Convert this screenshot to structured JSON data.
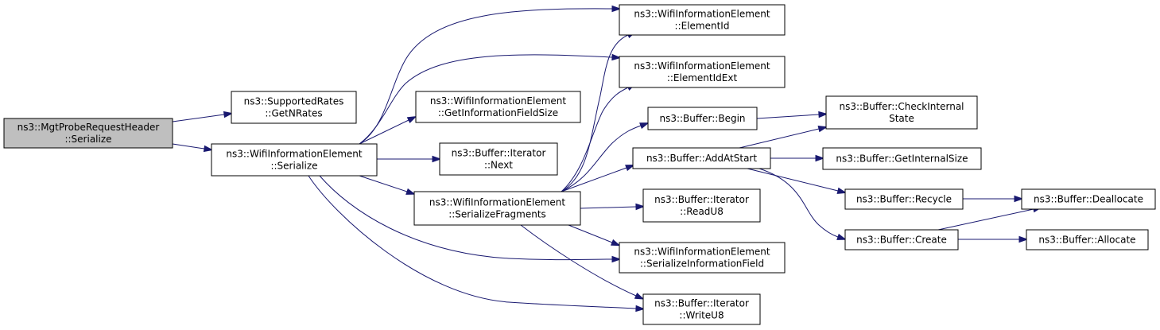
{
  "colors": {
    "node_fill": "#ffffff",
    "root_fill": "#bfbfbf",
    "border": "#000000",
    "edge": "#191970"
  },
  "nodes": [
    {
      "id": "root",
      "lines": [
        "ns3::MgtProbeRequestHeader",
        "::Serialize"
      ],
      "root": true
    },
    {
      "id": "getnrates",
      "lines": [
        "ns3::SupportedRates",
        "::GetNRates"
      ]
    },
    {
      "id": "wie_ser",
      "lines": [
        "ns3::WifiInformationElement",
        "::Serialize"
      ]
    },
    {
      "id": "elemid",
      "lines": [
        "ns3::WifiInformationElement",
        "::ElementId"
      ]
    },
    {
      "id": "elemidext",
      "lines": [
        "ns3::WifiInformationElement",
        "::ElementIdExt"
      ]
    },
    {
      "id": "getifs",
      "lines": [
        "ns3::WifiInformationElement",
        "::GetInformationFieldSize"
      ]
    },
    {
      "id": "itnext",
      "lines": [
        "ns3::Buffer::Iterator",
        "::Next"
      ]
    },
    {
      "id": "serfrag",
      "lines": [
        "ns3::WifiInformationElement",
        "::SerializeFragments"
      ]
    },
    {
      "id": "begin",
      "lines": [
        "ns3::Buffer::Begin"
      ]
    },
    {
      "id": "addstart",
      "lines": [
        "ns3::Buffer::AddAtStart"
      ]
    },
    {
      "id": "readu8",
      "lines": [
        "ns3::Buffer::Iterator",
        "::ReadU8"
      ]
    },
    {
      "id": "serif",
      "lines": [
        "ns3::WifiInformationElement",
        "::SerializeInformationField"
      ]
    },
    {
      "id": "writeu8",
      "lines": [
        "ns3::Buffer::Iterator",
        "::WriteU8"
      ]
    },
    {
      "id": "checkint",
      "lines": [
        "ns3::Buffer::CheckInternal",
        "State"
      ]
    },
    {
      "id": "getintsz",
      "lines": [
        "ns3::Buffer::GetInternalSize"
      ]
    },
    {
      "id": "recycle",
      "lines": [
        "ns3::Buffer::Recycle"
      ]
    },
    {
      "id": "create",
      "lines": [
        "ns3::Buffer::Create"
      ]
    },
    {
      "id": "dealloc",
      "lines": [
        "ns3::Buffer::Deallocate"
      ]
    },
    {
      "id": "alloc",
      "lines": [
        "ns3::Buffer::Allocate"
      ]
    }
  ],
  "edges": [
    [
      "root",
      "getnrates"
    ],
    [
      "root",
      "wie_ser"
    ],
    [
      "wie_ser",
      "elemid"
    ],
    [
      "wie_ser",
      "elemidext"
    ],
    [
      "wie_ser",
      "getifs"
    ],
    [
      "wie_ser",
      "itnext"
    ],
    [
      "wie_ser",
      "serfrag"
    ],
    [
      "wie_ser",
      "serif"
    ],
    [
      "wie_ser",
      "writeu8"
    ],
    [
      "serfrag",
      "elemid"
    ],
    [
      "serfrag",
      "elemidext"
    ],
    [
      "serfrag",
      "begin"
    ],
    [
      "serfrag",
      "addstart"
    ],
    [
      "serfrag",
      "readu8"
    ],
    [
      "serfrag",
      "serif"
    ],
    [
      "serfrag",
      "writeu8"
    ],
    [
      "begin",
      "checkint"
    ],
    [
      "addstart",
      "checkint"
    ],
    [
      "addstart",
      "getintsz"
    ],
    [
      "addstart",
      "recycle"
    ],
    [
      "addstart",
      "create"
    ],
    [
      "recycle",
      "dealloc"
    ],
    [
      "create",
      "dealloc"
    ],
    [
      "create",
      "alloc"
    ]
  ]
}
